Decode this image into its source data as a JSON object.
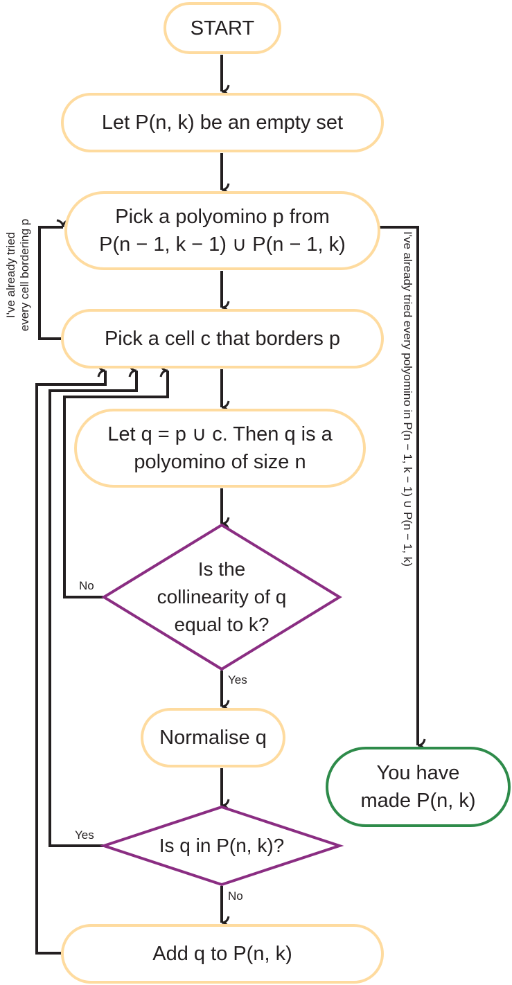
{
  "colors": {
    "process_border": "#fedb9f",
    "decision_border": "#8a2d82",
    "end_border": "#2e8b4a",
    "line": "#231f20"
  },
  "nodes": {
    "start": "START",
    "init": "Let P(n, k) be an empty set",
    "pick_polyomino_line1": "Pick a polyomino p from",
    "pick_polyomino_line2": "P(n − 1, k − 1) ∪ P(n − 1, k)",
    "pick_cell": "Pick a cell c that borders p",
    "let_q_line1": "Let q = p ∪ c. Then q is a",
    "let_q_line2": "polyomino of size n",
    "decision_collinearity_line1": "Is the",
    "decision_collinearity_line2": "collinearity of q",
    "decision_collinearity_line3": "equal to k?",
    "normalise": "Normalise q",
    "decision_in_set": "Is q in P(n, k)?",
    "add_q": "Add q to P(n, k)",
    "end_line1": "You have",
    "end_line2": "made P(n, k)"
  },
  "edge_labels": {
    "collinearity_no": "No",
    "collinearity_yes": "Yes",
    "in_set_yes": "Yes",
    "in_set_no": "No",
    "tried_every_cell_line1": "I've already tried",
    "tried_every_cell_line2": "every cell bordering p",
    "tried_every_polyomino": "I've already tried every polyomino in P(n − 1, k − 1) ∪ P(n − 1, k)"
  }
}
